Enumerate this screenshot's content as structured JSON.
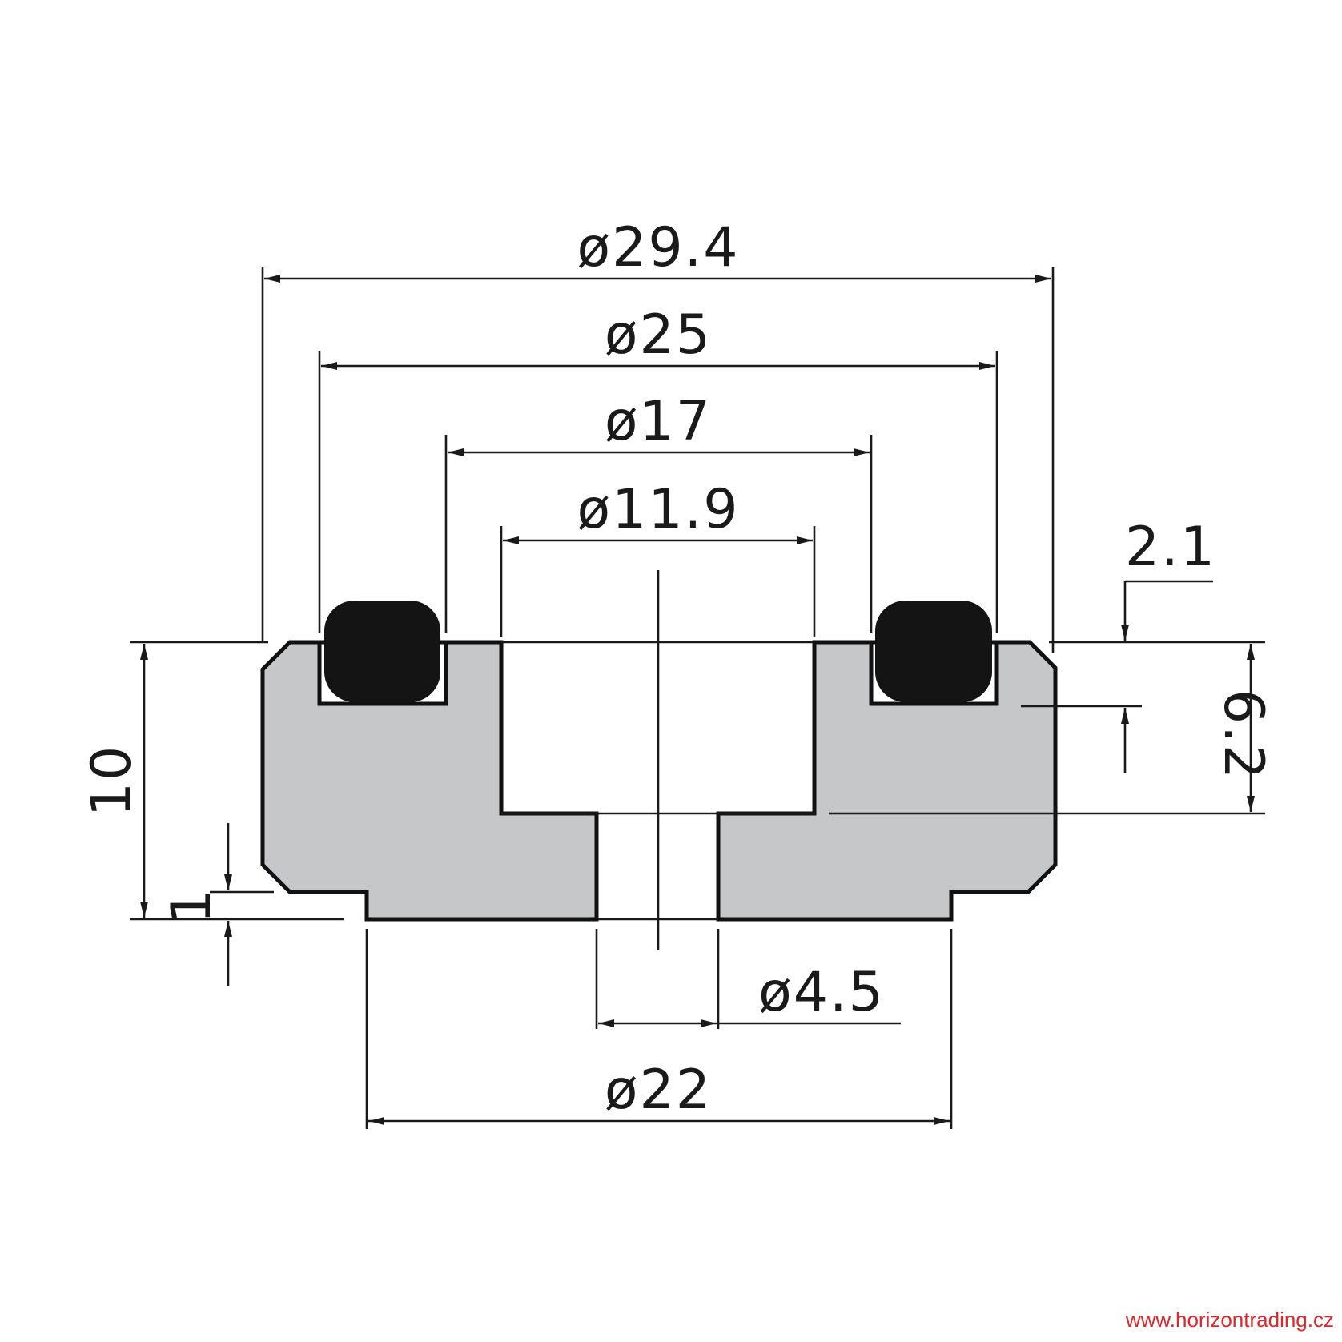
{
  "diagram": {
    "dimensions": {
      "d_outer": "ø29.4",
      "d_groove_outer": "ø25",
      "d_groove_inner": "ø17",
      "d_bore": "ø11.9",
      "groove_depth": "2.1",
      "height_total": "10",
      "step_height": "1",
      "bore_depth": "6.2",
      "d_hole": "ø4.5",
      "d_base": "ø22"
    },
    "colors": {
      "body": "#c6c7c9",
      "oring": "#141414",
      "line": "#1a1a1a",
      "watermark": "#e0262a"
    }
  },
  "watermark": "www.horizontrading.cz"
}
